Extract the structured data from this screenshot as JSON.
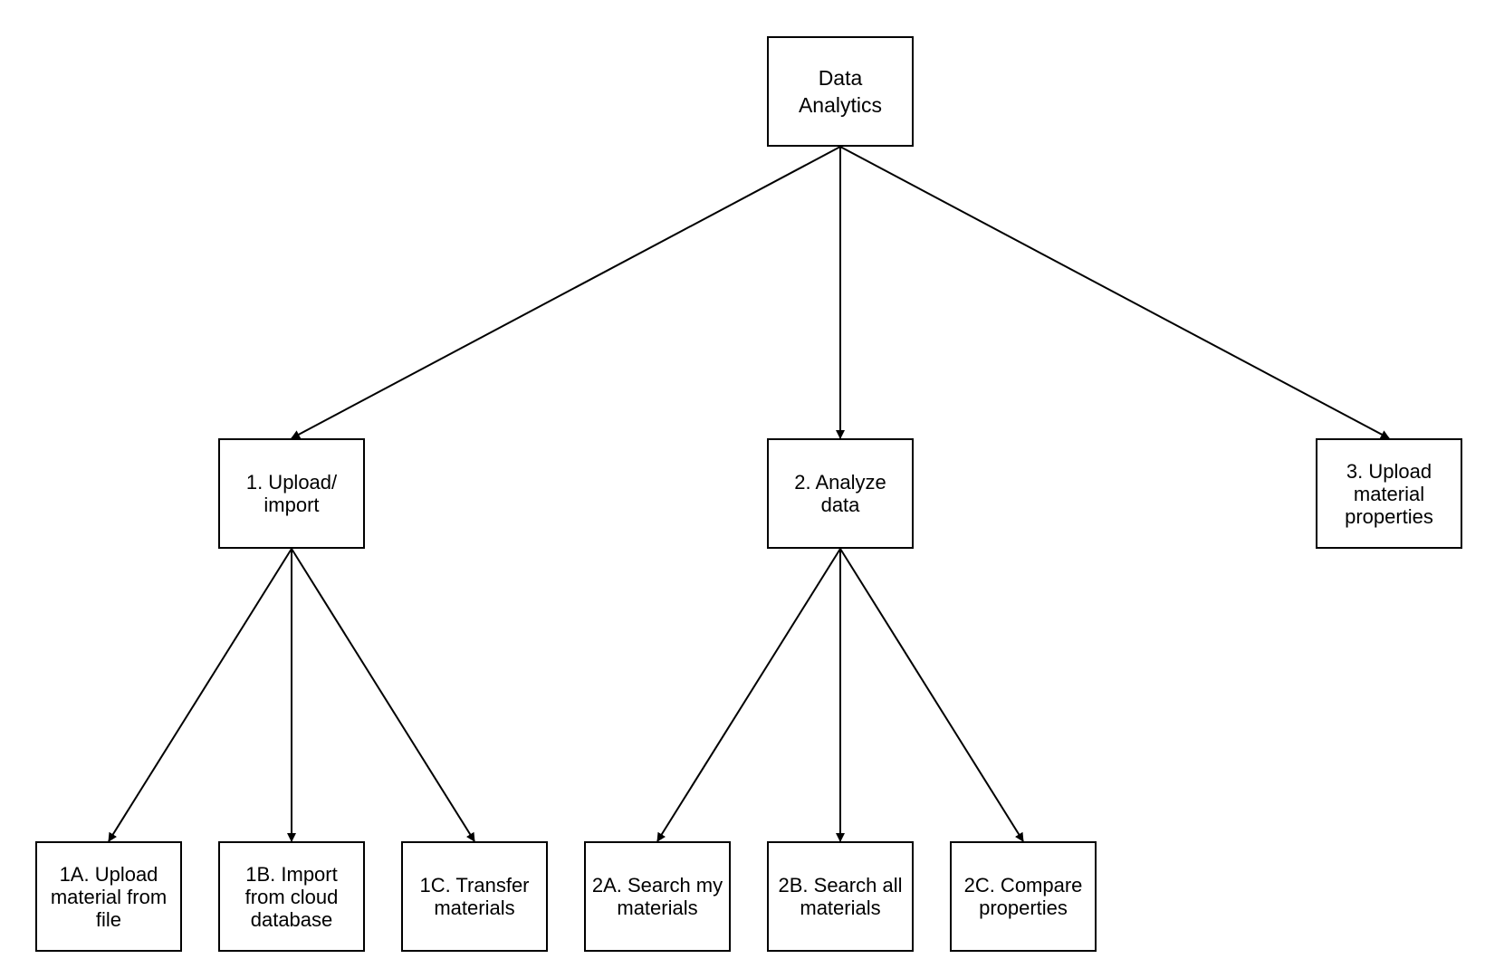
{
  "diagram": {
    "nodes": {
      "root": {
        "label": "Data\nAnalytics"
      },
      "n1": {
        "label": "1. Upload/\nimport"
      },
      "n2": {
        "label": "2. Analyze\ndata"
      },
      "n3": {
        "label": "3. Upload\nmaterial\nproperties"
      },
      "n1a": {
        "label": "1A. Upload\nmaterial from\nfile"
      },
      "n1b": {
        "label": "1B. Import\nfrom cloud\ndatabase"
      },
      "n1c": {
        "label": "1C. Transfer\nmaterials"
      },
      "n2a": {
        "label": "2A. Search my\nmaterials"
      },
      "n2b": {
        "label": "2B. Search all\nmaterials"
      },
      "n2c": {
        "label": "2C. Compare\nproperties"
      }
    },
    "edges": [
      {
        "from": "root",
        "to": "n1"
      },
      {
        "from": "root",
        "to": "n2"
      },
      {
        "from": "root",
        "to": "n3"
      },
      {
        "from": "n1",
        "to": "n1a"
      },
      {
        "from": "n1",
        "to": "n1b"
      },
      {
        "from": "n1",
        "to": "n1c"
      },
      {
        "from": "n2",
        "to": "n2a"
      },
      {
        "from": "n2",
        "to": "n2b"
      },
      {
        "from": "n2",
        "to": "n2c"
      }
    ],
    "colors": {
      "stroke": "#000000",
      "fill": "#ffffff",
      "text": "#000000"
    }
  }
}
